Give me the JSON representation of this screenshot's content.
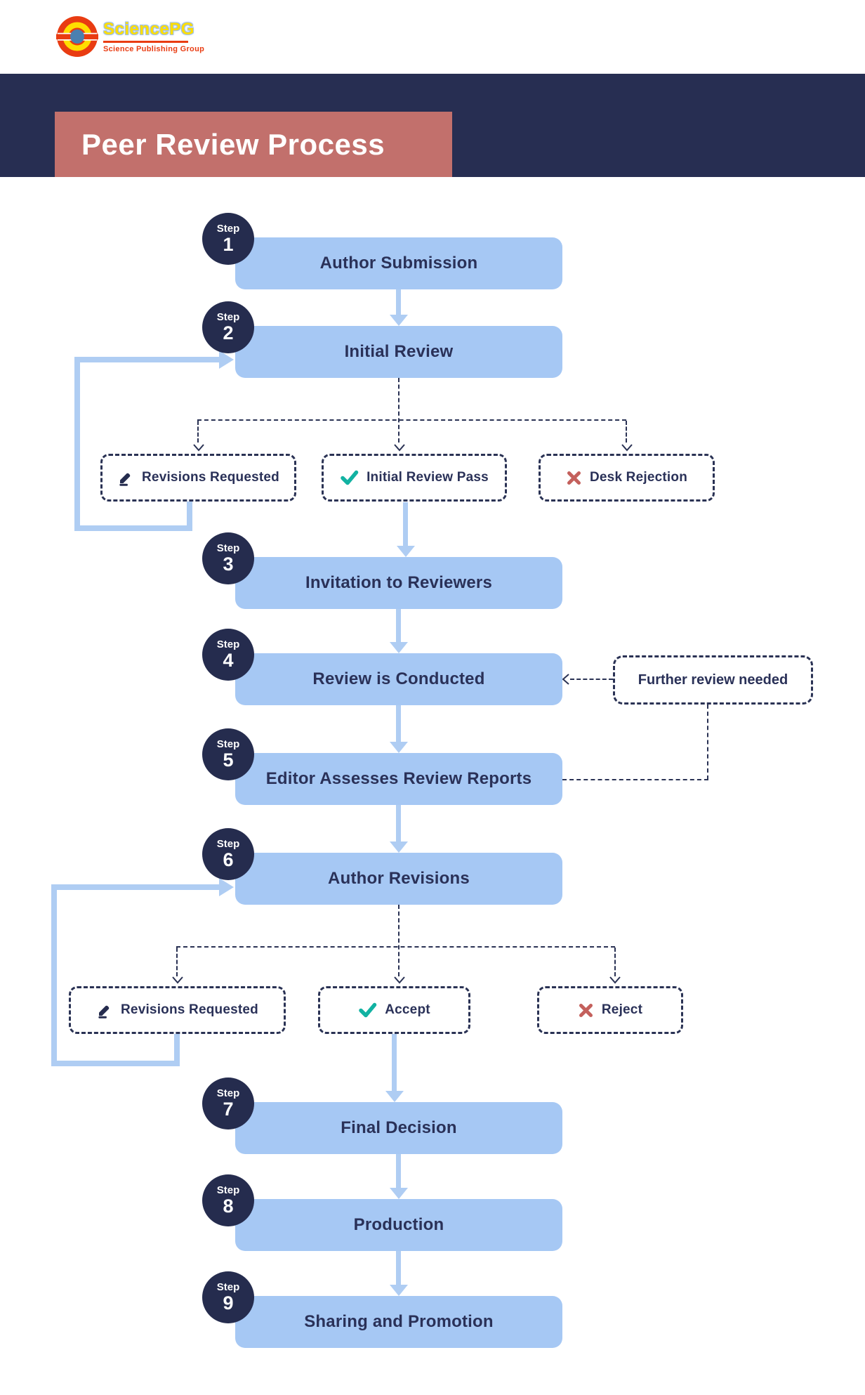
{
  "header": {
    "brand": "SciencePG",
    "tagline": "Science Publishing Group",
    "title": "Peer Review Process"
  },
  "badge_label": "Step",
  "steps": [
    {
      "num": "1",
      "title": "Author Submission"
    },
    {
      "num": "2",
      "title": "Initial Review"
    },
    {
      "num": "3",
      "title": "Invitation to Reviewers"
    },
    {
      "num": "4",
      "title": "Review is Conducted"
    },
    {
      "num": "5",
      "title": "Editor Assesses Review Reports"
    },
    {
      "num": "6",
      "title": "Author Revisions"
    },
    {
      "num": "7",
      "title": "Final Decision"
    },
    {
      "num": "8",
      "title": "Production"
    },
    {
      "num": "9",
      "title": "Sharing and Promotion"
    }
  ],
  "branch_after_initial_review": {
    "options": [
      {
        "icon": "pencil-icon",
        "label": "Revisions Requested"
      },
      {
        "icon": "check-icon",
        "label": "Initial Review Pass"
      },
      {
        "icon": "x-icon",
        "label": "Desk Rejection"
      }
    ]
  },
  "branch_after_author_revisions": {
    "options": [
      {
        "icon": "pencil-icon",
        "label": "Revisions Requested"
      },
      {
        "icon": "check-icon",
        "label": "Accept"
      },
      {
        "icon": "x-icon",
        "label": "Reject"
      }
    ]
  },
  "side_note": "Further review needed",
  "colors": {
    "navy_band": "#272E52",
    "step_badge": "#252C4E",
    "box_fill": "#A6C8F4",
    "arrow_blue": "#AFCDF3",
    "title_bg": "#C2706C",
    "check_teal": "#12B2A2",
    "cross_red": "#C4605C",
    "logo_red": "#E93C12",
    "logo_yellow": "#FFDE00",
    "logo_blue": "#4A80B0"
  }
}
